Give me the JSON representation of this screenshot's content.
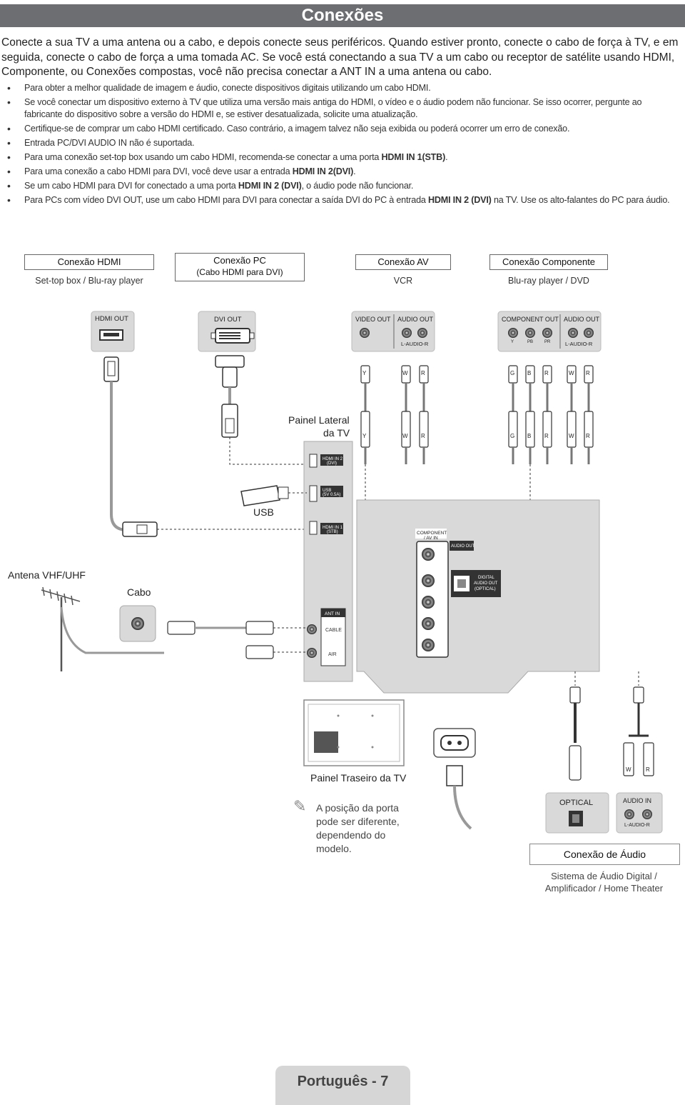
{
  "header": {
    "title": "Conexões"
  },
  "intro": "Conecte a sua TV a uma antena ou a cabo, e depois conecte seus periféricos. Quando estiver pronto, conecte o cabo de força à TV, e em seguida, conecte o cabo de força a uma tomada AC. Se você está conectando a sua TV a um cabo ou receptor de satélite usando HDMI, Componente, ou Conexões compostas, você não precisa conectar a ANT IN a uma antena ou cabo.",
  "bullets": [
    {
      "parts": [
        "Para obter a melhor qualidade de imagem e áudio, conecte dispositivos digitais utilizando um cabo HDMI."
      ]
    },
    {
      "parts": [
        "Se você conectar um dispositivo externo à TV que utiliza uma versão mais antiga do HDMI, o vídeo e o áudio podem não funcionar. Se isso ocorrer, pergunte ao fabricante do dispositivo sobre a versão do HDMI e, se estiver desatualizada, solicite uma atualização."
      ]
    },
    {
      "parts": [
        "Certifique-se de comprar um cabo HDMI certificado. Caso contrário, a imagem talvez não seja exibida ou poderá ocorrer um erro de conexão."
      ]
    },
    {
      "parts": [
        "Entrada PC/DVI AUDIO IN não é suportada."
      ]
    },
    {
      "parts": [
        "Para uma conexão set-top box usando um cabo HDMI, recomenda-se conectar a uma porta ",
        "HDMI IN 1(STB)",
        "."
      ]
    },
    {
      "parts": [
        "Para uma conexão a cabo HDMI para DVI, você deve usar a entrada ",
        "HDMI IN 2(DVI)",
        "."
      ]
    },
    {
      "parts": [
        "Se um cabo HDMI para DVI for conectado a uma porta ",
        "HDMI IN 2 (DVI)",
        ", o áudio pode não funcionar."
      ]
    },
    {
      "parts": [
        "Para PCs com vídeo DVI OUT, use um cabo HDMI para DVI para conectar a saída DVI do PC à entrada ",
        "HDMI IN 2 (DVI)",
        " na TV. Use os alto-falantes do PC para áudio."
      ]
    }
  ],
  "connections": {
    "hdmi": {
      "title": "Conexão HDMI",
      "sub": "Set-top box / Blu-ray player"
    },
    "pc": {
      "title": "Conexão PC",
      "title2": "(Cabo HDMI para DVI)"
    },
    "av": {
      "title": "Conexão AV",
      "sub": "VCR"
    },
    "component": {
      "title": "Conexão Componente",
      "sub": "Blu-ray player / DVD"
    }
  },
  "devices": {
    "hdmi_out": "HDMI OUT",
    "dvi_out": "DVI OUT",
    "video_out": "VIDEO OUT",
    "audio_out": "AUDIO OUT",
    "l_audio_r": "L-AUDIO-R",
    "component_out": "COMPONENT OUT",
    "y": "Y",
    "pb": "PB",
    "pr": "PR",
    "w": "W",
    "r": "R",
    "g": "G",
    "b": "B"
  },
  "tv": {
    "side_panel": "Painel Lateral",
    "side_panel2": "da TV",
    "hdmi_in2": "HDMI IN 2",
    "hdmi_in2_sub": "(DVI)",
    "usb_port": "USB",
    "usb_port_sub": "(5V 0.5A)",
    "hdmi_in1": "HDMI IN 1",
    "hdmi_in1_sub": "(STB)",
    "component_av_in": "COMPONENT",
    "component_av_in2": "/ AV IN",
    "audio_out": "AUDIO OUT",
    "digital_audio_out": "DIGITAL",
    "digital_audio_out2": "AUDIO OUT",
    "digital_audio_out3": "(OPTICAL)",
    "ant_in": "ANT IN",
    "cable": "CABLE",
    "air": "AIR",
    "rear_panel": "Painel Traseiro da TV"
  },
  "labels": {
    "usb": "USB",
    "antenna": "Antena VHF/UHF",
    "cabo": "Cabo"
  },
  "note": "A posição da porta pode ser diferente, dependendo do modelo.",
  "audio": {
    "optical": "OPTICAL",
    "audio_in": "AUDIO IN",
    "l_audio_r": "L-AUDIO-R",
    "title": "Conexão de Áudio",
    "sub": "Sistema de Áudio Digital / Amplificador / Home Theater",
    "w": "W",
    "r": "R"
  },
  "footer": {
    "page": "Português - 7"
  },
  "colors": {
    "bar": "#6d6e71",
    "panel": "#d9d9d9",
    "dark": "#333333"
  }
}
